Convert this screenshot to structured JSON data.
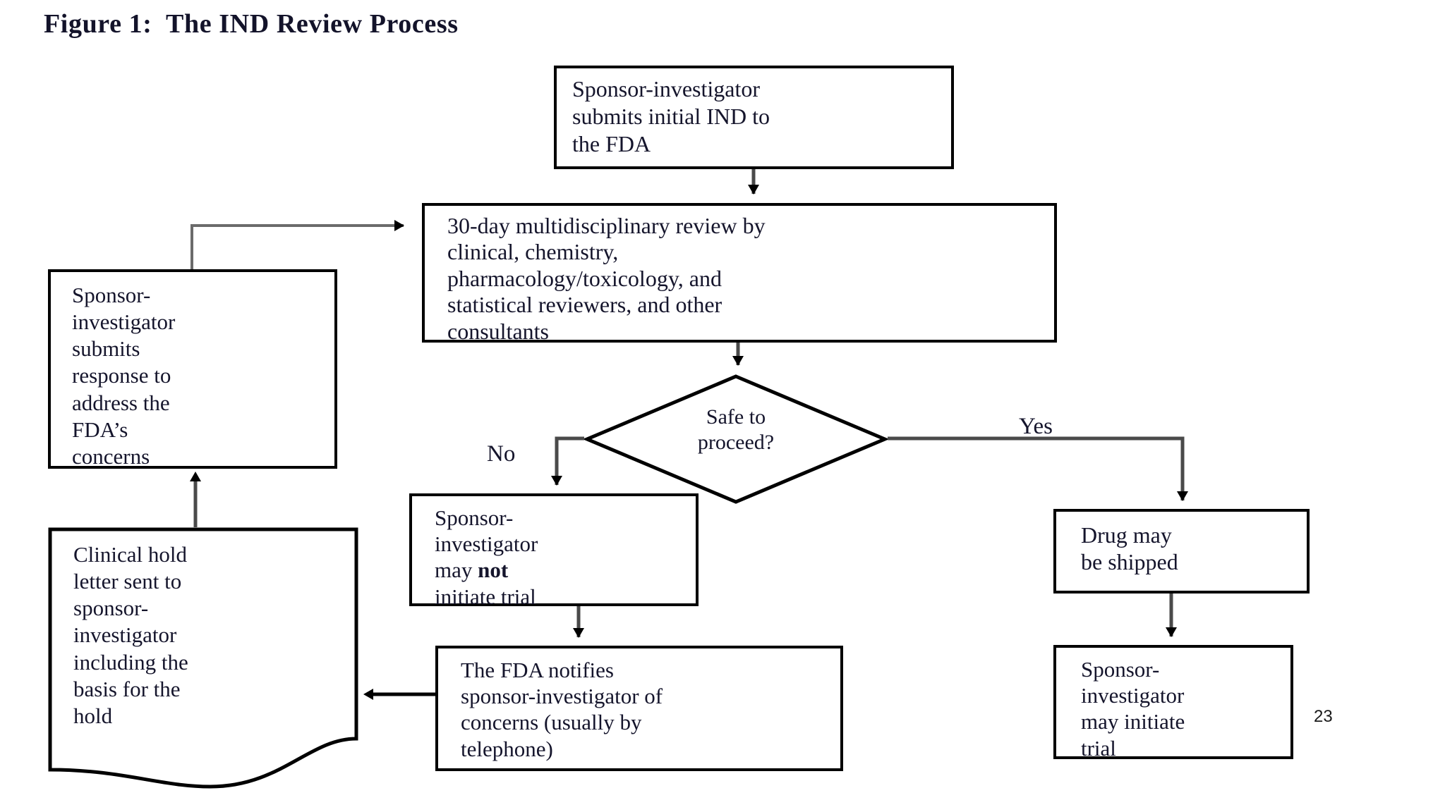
{
  "figure": {
    "title": "Figure 1:  The IND Review Process",
    "page_number": "23"
  },
  "diagram": {
    "type": "flowchart",
    "nodes": {
      "submit_ind": {
        "shape": "process",
        "text": "Sponsor-investigator\nsubmits initial IND to\nthe FDA"
      },
      "review": {
        "shape": "process",
        "text": "30-day multidisciplinary review by\nclinical, chemistry,\npharmacology/toxicology, and\nstatistical reviewers, and other\nconsultants"
      },
      "decision": {
        "shape": "decision",
        "text": "Safe to\nproceed?"
      },
      "response": {
        "shape": "process",
        "text": "Sponsor-\ninvestigator\nsubmits\nresponse to\naddress the\nFDA’s\nconcerns"
      },
      "clinical_hold": {
        "shape": "document",
        "text": "Clinical hold\nletter sent to\nsponsor-\ninvestigator\nincluding the\nbasis for the\nhold"
      },
      "may_not_initiate": {
        "shape": "process",
        "text_before": "Sponsor-\ninvestigator\nmay ",
        "text_emphasis": "not",
        "text_after": "\ninitiate trial",
        "text": "Sponsor-\ninvestigator\nmay not\ninitiate trial"
      },
      "fda_notifies": {
        "shape": "process",
        "text": "The FDA notifies\nsponsor-investigator of\nconcerns (usually by\ntelephone)"
      },
      "drug_shipped": {
        "shape": "process",
        "text": "Drug may\nbe shipped"
      },
      "may_initiate": {
        "shape": "process",
        "text": "Sponsor-\ninvestigator\nmay initiate\ntrial"
      }
    },
    "branch_labels": {
      "no": "No",
      "yes": "Yes"
    },
    "edges": [
      {
        "from": "submit_ind",
        "to": "review",
        "label": ""
      },
      {
        "from": "review",
        "to": "decision",
        "label": ""
      },
      {
        "from": "decision",
        "to": "may_not_initiate",
        "label": "No"
      },
      {
        "from": "decision",
        "to": "drug_shipped",
        "label": "Yes"
      },
      {
        "from": "may_not_initiate",
        "to": "fda_notifies",
        "label": ""
      },
      {
        "from": "fda_notifies",
        "to": "clinical_hold",
        "label": ""
      },
      {
        "from": "clinical_hold",
        "to": "response",
        "label": ""
      },
      {
        "from": "response",
        "to": "review",
        "label": ""
      },
      {
        "from": "drug_shipped",
        "to": "may_initiate",
        "label": ""
      }
    ],
    "colors": {
      "background": "#ffffff",
      "box_border": "#000000",
      "connector": "#4a4a4a",
      "arrowhead": "#000000",
      "text": "#15152c",
      "title": "#13132a"
    }
  }
}
